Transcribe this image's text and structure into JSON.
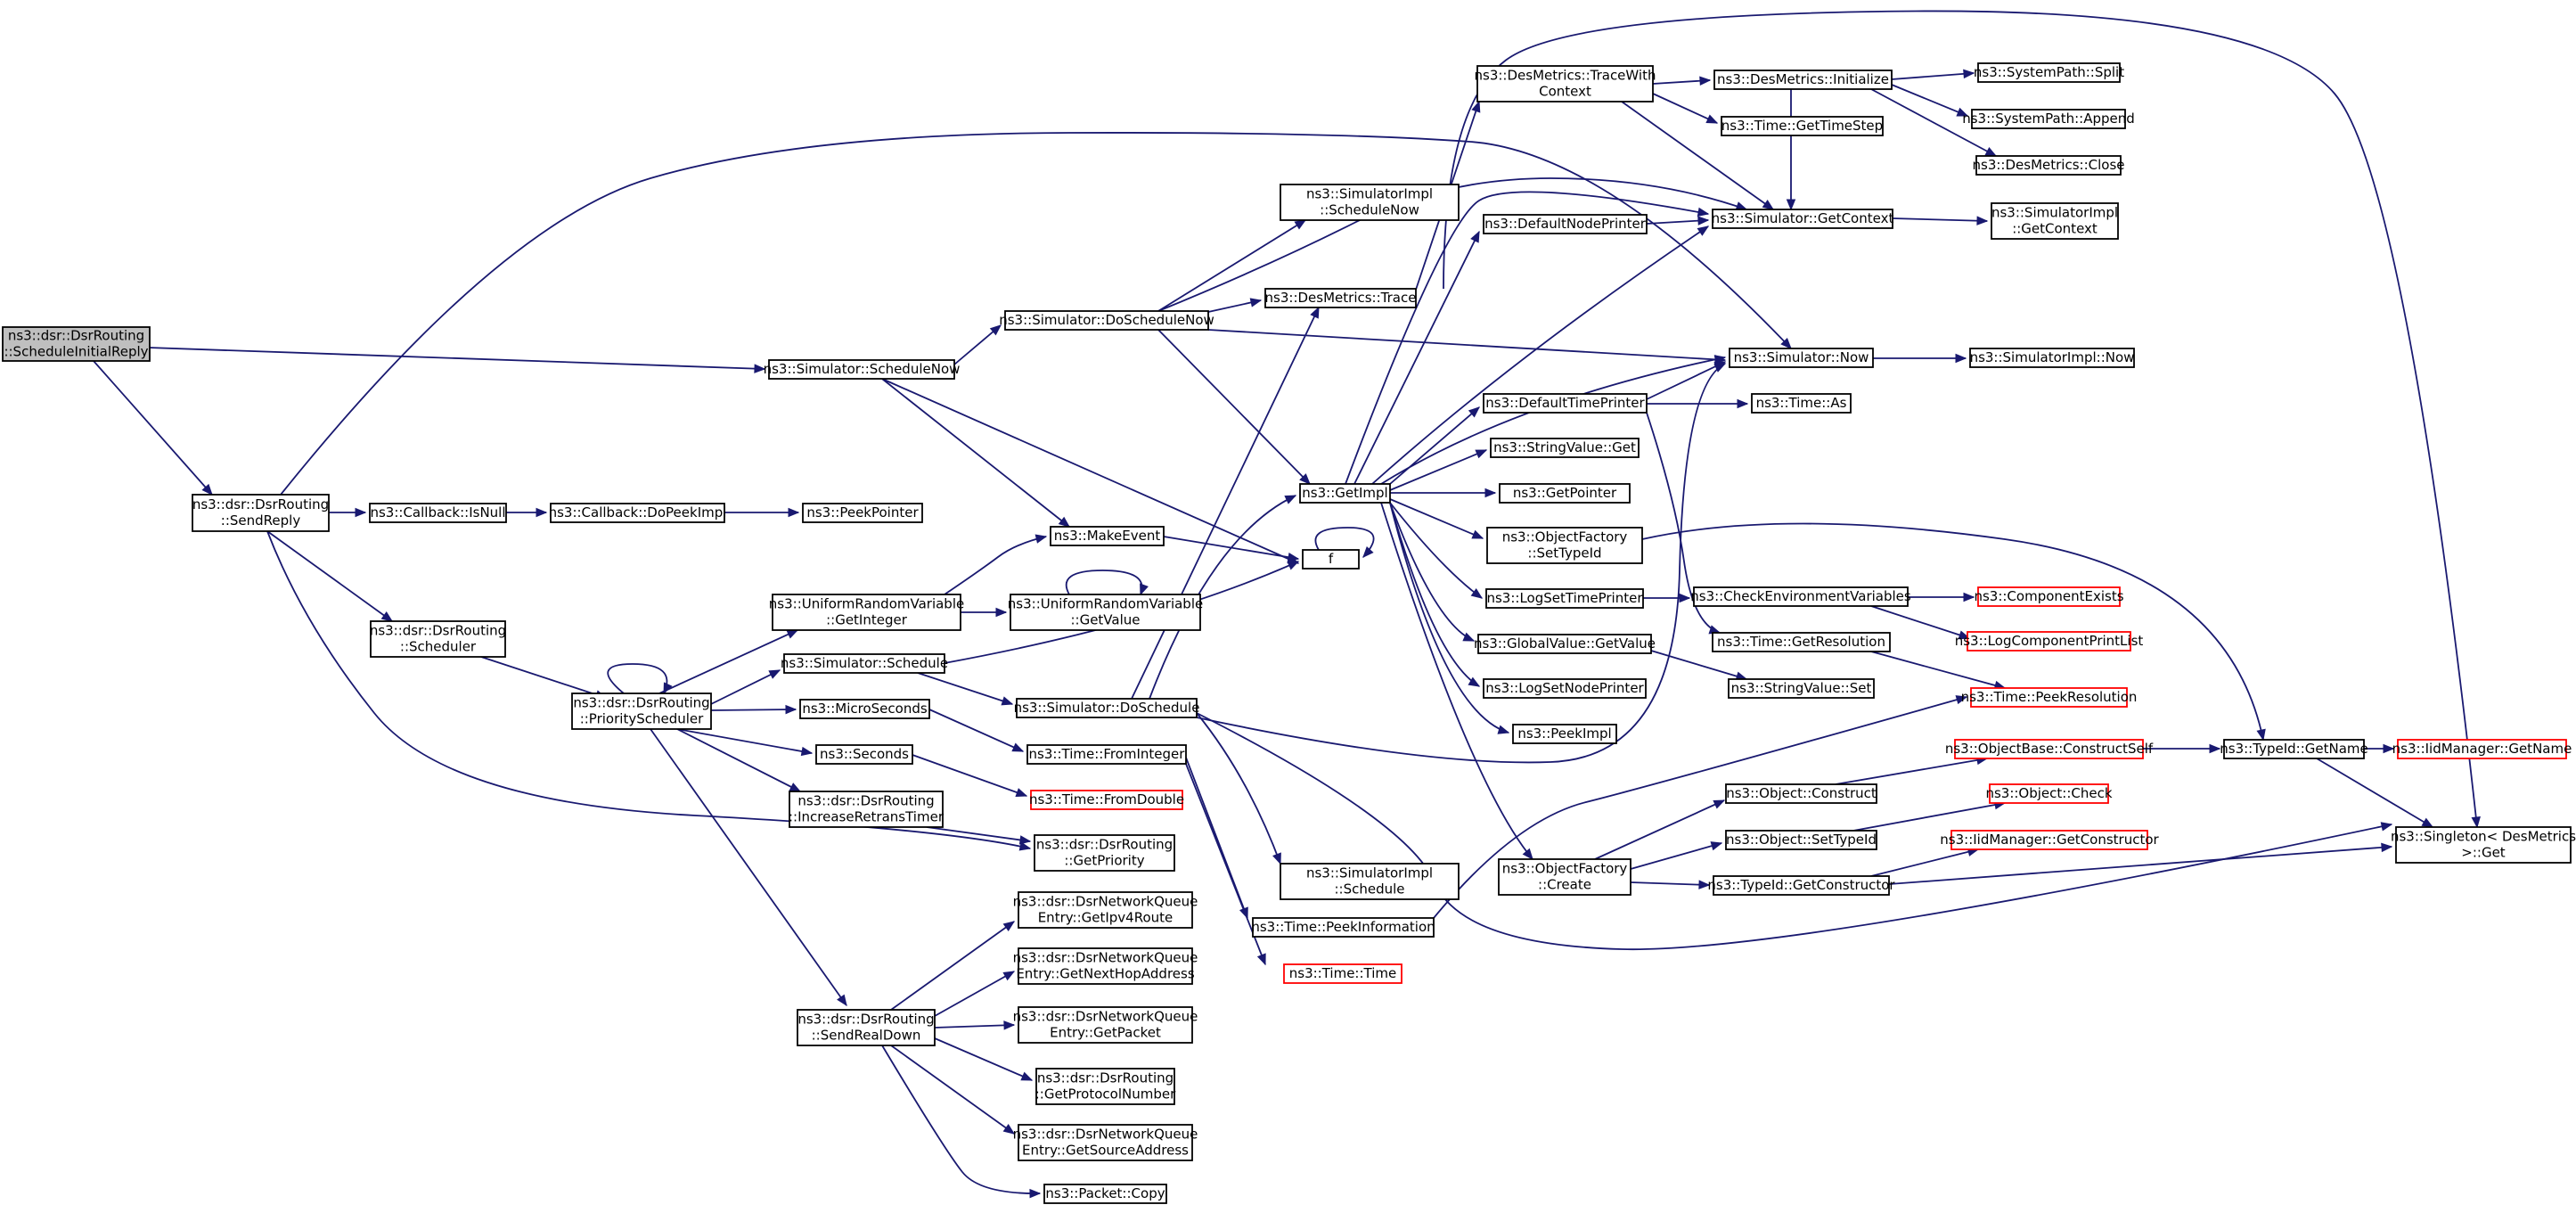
{
  "colors": {
    "edge": "#191970",
    "root_fill": "#bfbfbf",
    "truncated_border": "#ff0000",
    "node_border": "#000000"
  },
  "nodes": [
    {
      "id": "root",
      "lines": [
        "ns3::dsr::DsrRouting",
        "::ScheduleInitialReply"
      ],
      "kind": "root"
    },
    {
      "id": "sendReply",
      "lines": [
        "ns3::dsr::DsrRouting",
        "::SendReply"
      ]
    },
    {
      "id": "cbIsNull",
      "lines": [
        "ns3::Callback::IsNull"
      ]
    },
    {
      "id": "cbDoPeek",
      "lines": [
        "ns3::Callback::DoPeekImpl"
      ]
    },
    {
      "id": "peekPointer",
      "lines": [
        "ns3::PeekPointer"
      ]
    },
    {
      "id": "scheduler",
      "lines": [
        "ns3::dsr::DsrRouting",
        "::Scheduler"
      ]
    },
    {
      "id": "prioSched",
      "lines": [
        "ns3::dsr::DsrRouting",
        "::PriorityScheduler"
      ]
    },
    {
      "id": "urvGetInt",
      "lines": [
        "ns3::UniformRandomVariable",
        "::GetInteger"
      ]
    },
    {
      "id": "urvGetVal",
      "lines": [
        "ns3::UniformRandomVariable",
        "::GetValue"
      ]
    },
    {
      "id": "simSchedule",
      "lines": [
        "ns3::Simulator::Schedule"
      ]
    },
    {
      "id": "microSec",
      "lines": [
        "ns3::MicroSeconds"
      ]
    },
    {
      "id": "seconds",
      "lines": [
        "ns3::Seconds"
      ]
    },
    {
      "id": "incRetrans",
      "lines": [
        "ns3::dsr::DsrRouting",
        "::IncreaseRetransTimer"
      ]
    },
    {
      "id": "getPriority",
      "lines": [
        "ns3::dsr::DsrRouting",
        "::GetPriority"
      ]
    },
    {
      "id": "sendRealDown",
      "lines": [
        "ns3::dsr::DsrRouting",
        "::SendRealDown"
      ]
    },
    {
      "id": "qGetIpv4",
      "lines": [
        "ns3::dsr::DsrNetworkQueue",
        "Entry::GetIpv4Route"
      ]
    },
    {
      "id": "qGetNextHop",
      "lines": [
        "ns3::dsr::DsrNetworkQueue",
        "Entry::GetNextHopAddress"
      ]
    },
    {
      "id": "qGetPacket",
      "lines": [
        "ns3::dsr::DsrNetworkQueue",
        "Entry::GetPacket"
      ]
    },
    {
      "id": "getProto",
      "lines": [
        "ns3::dsr::DsrRouting",
        "::GetProtocolNumber"
      ]
    },
    {
      "id": "qGetSrc",
      "lines": [
        "ns3::dsr::DsrNetworkQueue",
        "Entry::GetSourceAddress"
      ]
    },
    {
      "id": "pktCopy",
      "lines": [
        "ns3::Packet::Copy"
      ]
    },
    {
      "id": "simScheduleNow",
      "lines": [
        "ns3::Simulator::ScheduleNow"
      ]
    },
    {
      "id": "simDoScheduleNow",
      "lines": [
        "ns3::Simulator::DoScheduleNow"
      ]
    },
    {
      "id": "implScheduleNow",
      "lines": [
        "ns3::SimulatorImpl",
        "::ScheduleNow"
      ]
    },
    {
      "id": "desTrace",
      "lines": [
        "ns3::DesMetrics::Trace"
      ]
    },
    {
      "id": "makeEvent",
      "lines": [
        "ns3::MakeEvent"
      ]
    },
    {
      "id": "f",
      "lines": [
        "f"
      ]
    },
    {
      "id": "getImpl",
      "lines": [
        "ns3::GetImpl"
      ]
    },
    {
      "id": "simDoSchedule",
      "lines": [
        "ns3::Simulator::DoSchedule"
      ]
    },
    {
      "id": "timeFromInt",
      "lines": [
        "ns3::Time::FromInteger"
      ]
    },
    {
      "id": "timeFromDbl",
      "lines": [
        "ns3::Time::FromDouble"
      ],
      "kind": "trunc"
    },
    {
      "id": "implSchedule",
      "lines": [
        "ns3::SimulatorImpl",
        "::Schedule"
      ]
    },
    {
      "id": "timePeekInfo",
      "lines": [
        "ns3::Time::PeekInformation"
      ]
    },
    {
      "id": "timeTime",
      "lines": [
        "ns3::Time::Time"
      ],
      "kind": "trunc"
    },
    {
      "id": "traceWithCtx",
      "lines": [
        "ns3::DesMetrics::TraceWith",
        "Context"
      ]
    },
    {
      "id": "desInit",
      "lines": [
        "ns3::DesMetrics::Initialize"
      ]
    },
    {
      "id": "spSplit",
      "lines": [
        "ns3::SystemPath::Split"
      ]
    },
    {
      "id": "spAppend",
      "lines": [
        "ns3::SystemPath::Append"
      ]
    },
    {
      "id": "desClose",
      "lines": [
        "ns3::DesMetrics::Close"
      ]
    },
    {
      "id": "timeGetStep",
      "lines": [
        "ns3::Time::GetTimeStep"
      ]
    },
    {
      "id": "defNodePrinter",
      "lines": [
        "ns3::DefaultNodePrinter"
      ]
    },
    {
      "id": "simGetCtx",
      "lines": [
        "ns3::Simulator::GetContext"
      ]
    },
    {
      "id": "implGetCtx",
      "lines": [
        "ns3::SimulatorImpl",
        "::GetContext"
      ]
    },
    {
      "id": "simNow",
      "lines": [
        "ns3::Simulator::Now"
      ]
    },
    {
      "id": "implNow",
      "lines": [
        "ns3::SimulatorImpl::Now"
      ]
    },
    {
      "id": "defTimePrinter",
      "lines": [
        "ns3::DefaultTimePrinter"
      ]
    },
    {
      "id": "timeAs",
      "lines": [
        "ns3::Time::As"
      ]
    },
    {
      "id": "strValGet",
      "lines": [
        "ns3::StringValue::Get"
      ]
    },
    {
      "id": "getPointer",
      "lines": [
        "ns3::GetPointer"
      ]
    },
    {
      "id": "ofSetTypeId",
      "lines": [
        "ns3::ObjectFactory",
        "::SetTypeId"
      ]
    },
    {
      "id": "logSetTime",
      "lines": [
        "ns3::LogSetTimePrinter"
      ]
    },
    {
      "id": "checkEnv",
      "lines": [
        "ns3::CheckEnvironmentVariables"
      ]
    },
    {
      "id": "compExists",
      "lines": [
        "ns3::ComponentExists"
      ],
      "kind": "trunc"
    },
    {
      "id": "logCompPrint",
      "lines": [
        "ns3::LogComponentPrintList"
      ],
      "kind": "trunc"
    },
    {
      "id": "gvGetValue",
      "lines": [
        "ns3::GlobalValue::GetValue"
      ]
    },
    {
      "id": "timeGetRes",
      "lines": [
        "ns3::Time::GetResolution"
      ]
    },
    {
      "id": "logSetNode",
      "lines": [
        "ns3::LogSetNodePrinter"
      ]
    },
    {
      "id": "strValSet",
      "lines": [
        "ns3::StringValue::Set"
      ]
    },
    {
      "id": "timePeekRes",
      "lines": [
        "ns3::Time::PeekResolution"
      ],
      "kind": "trunc"
    },
    {
      "id": "peekImpl",
      "lines": [
        "ns3::PeekImpl"
      ]
    },
    {
      "id": "ofCreate",
      "lines": [
        "ns3::ObjectFactory",
        "::Create"
      ]
    },
    {
      "id": "objConstruct",
      "lines": [
        "ns3::Object::Construct"
      ]
    },
    {
      "id": "objBaseConstructSelf",
      "lines": [
        "ns3::ObjectBase::ConstructSelf"
      ],
      "kind": "trunc"
    },
    {
      "id": "objSetTypeId",
      "lines": [
        "ns3::Object::SetTypeId"
      ]
    },
    {
      "id": "objCheck",
      "lines": [
        "ns3::Object::Check"
      ],
      "kind": "trunc"
    },
    {
      "id": "typeIdGetCtor",
      "lines": [
        "ns3::TypeId::GetConstructor"
      ]
    },
    {
      "id": "iidGetCtor",
      "lines": [
        "ns3::IidManager::GetConstructor"
      ],
      "kind": "trunc"
    },
    {
      "id": "typeIdGetName",
      "lines": [
        "ns3::TypeId::GetName"
      ]
    },
    {
      "id": "iidGetName",
      "lines": [
        "ns3::IidManager::GetName"
      ],
      "kind": "trunc"
    },
    {
      "id": "singletonGet",
      "lines": [
        "ns3::Singleton< DesMetrics",
        " >::Get"
      ]
    }
  ]
}
